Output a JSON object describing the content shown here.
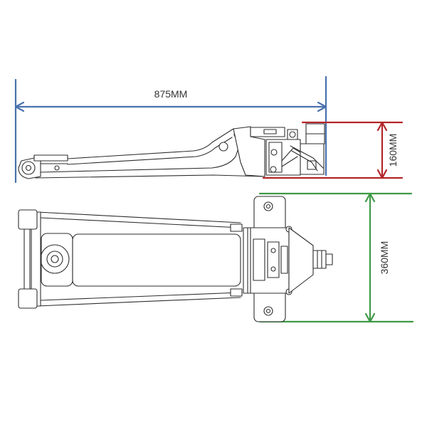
{
  "dimensions": {
    "length": {
      "label": "875MM",
      "color": "#4a72ad"
    },
    "height": {
      "label": "160MM",
      "color": "#b3262a"
    },
    "width": {
      "label": "360MM",
      "color": "#3e9a47"
    }
  }
}
